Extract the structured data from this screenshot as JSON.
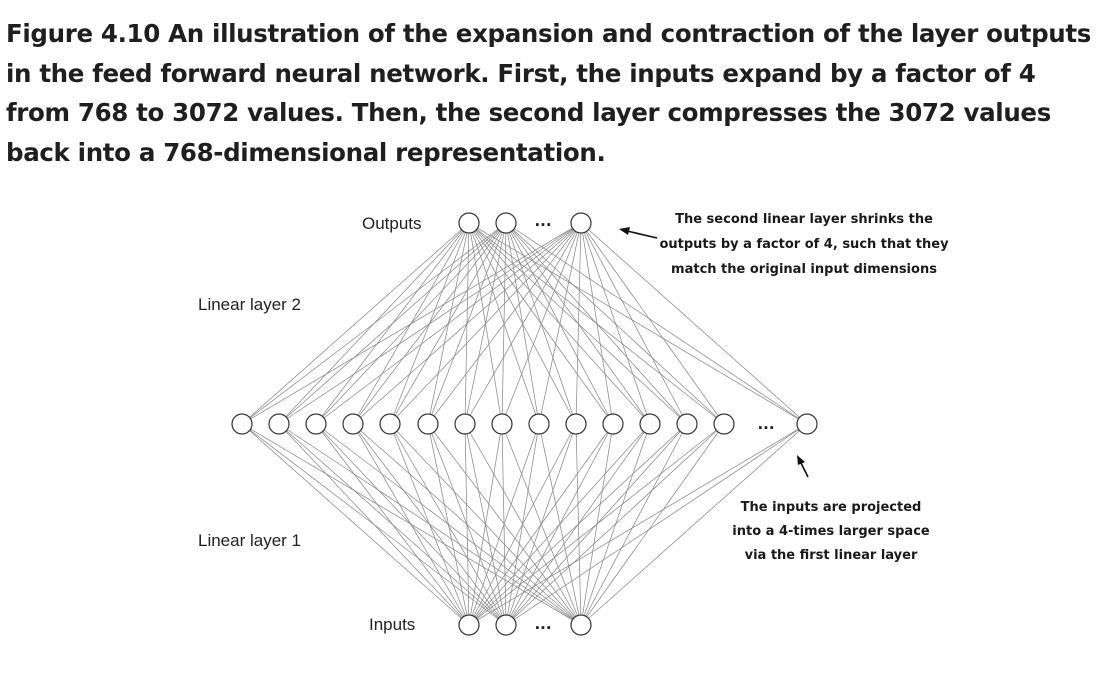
{
  "figure": {
    "caption_label": "Figure 4.10",
    "caption_text": "An illustration of the expansion and contraction of the layer outputs in the feed forward neural network. First, the inputs expand by a factor of 4 from 768 to 3072 values. Then, the second layer compresses the 3072 values back into a 768-dimensional representation."
  },
  "diagram": {
    "labels": {
      "outputs": "Outputs",
      "inputs": "Inputs",
      "layer2": "Linear layer 2",
      "layer1": "Linear layer 1",
      "ellipsis": "..."
    },
    "annotations": {
      "top": [
        "The second linear layer shrinks the",
        "outputs by a factor of 4, such that they",
        "match the original input dimensions"
      ],
      "bottom": [
        "The inputs are projected",
        "into a 4-times larger space",
        "via the first linear layer"
      ]
    },
    "colors": {
      "edge": "#8a8a8a",
      "node_stroke": "#333333",
      "node_fill": "#ffffff"
    }
  }
}
